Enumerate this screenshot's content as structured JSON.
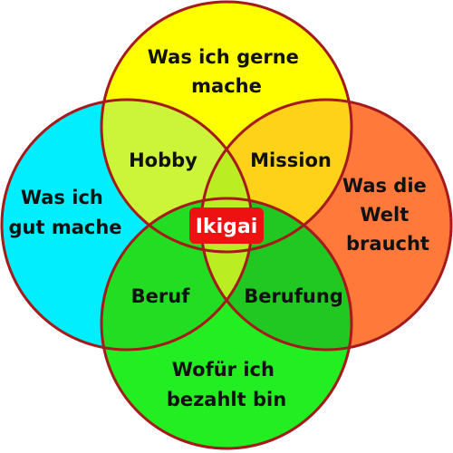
{
  "diagram": {
    "circles": {
      "love": {
        "line1": "Was ich gerne",
        "line2": "mache",
        "color": "#ffff00"
      },
      "good": {
        "line1": "Was ich",
        "line2": "gut mache",
        "color": "#00eeff"
      },
      "need": {
        "line1": "Was die",
        "line2": "Welt",
        "line3": "braucht",
        "color": "#ff7a3a"
      },
      "paid": {
        "line1": "Wofür ich",
        "line2": "bezahlt bin",
        "color": "#22ee22"
      }
    },
    "overlaps": {
      "hobby": "Hobby",
      "mission": "Mission",
      "beruf": "Beruf",
      "berufung": "Berufung"
    },
    "center": {
      "label": "Ikigai",
      "color": "#ee1111"
    },
    "colors": {
      "outline": "#a51a1a",
      "hobby": "#ccf53a",
      "mission": "#ffd21a",
      "beruf": "#22dd22",
      "berufung": "#22c822",
      "core": "#bbee22"
    }
  }
}
